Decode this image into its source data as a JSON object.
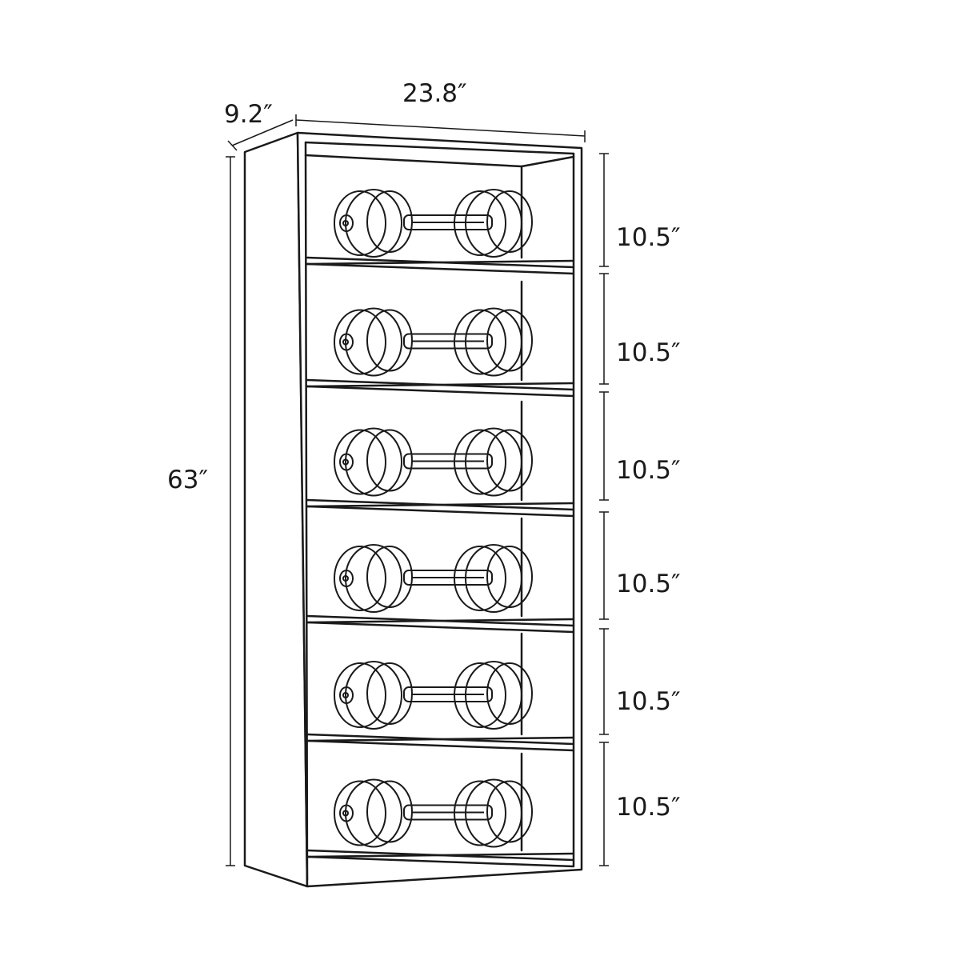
{
  "dimensions": {
    "depth": "9.2″",
    "width": "23.8″",
    "height": "63″",
    "shelf_heights": [
      "10.5″",
      "10.5″",
      "10.5″",
      "10.5″",
      "10.5″",
      "10.5″"
    ]
  },
  "shelves": [
    {
      "item": "dumbbell-icon"
    },
    {
      "item": "dumbbell-icon"
    },
    {
      "item": "dumbbell-icon"
    },
    {
      "item": "dumbbell-icon"
    },
    {
      "item": "dumbbell-icon"
    },
    {
      "item": "dumbbell-icon"
    }
  ],
  "colors": {
    "stroke": "#1a1a1a",
    "background": "#ffffff"
  }
}
